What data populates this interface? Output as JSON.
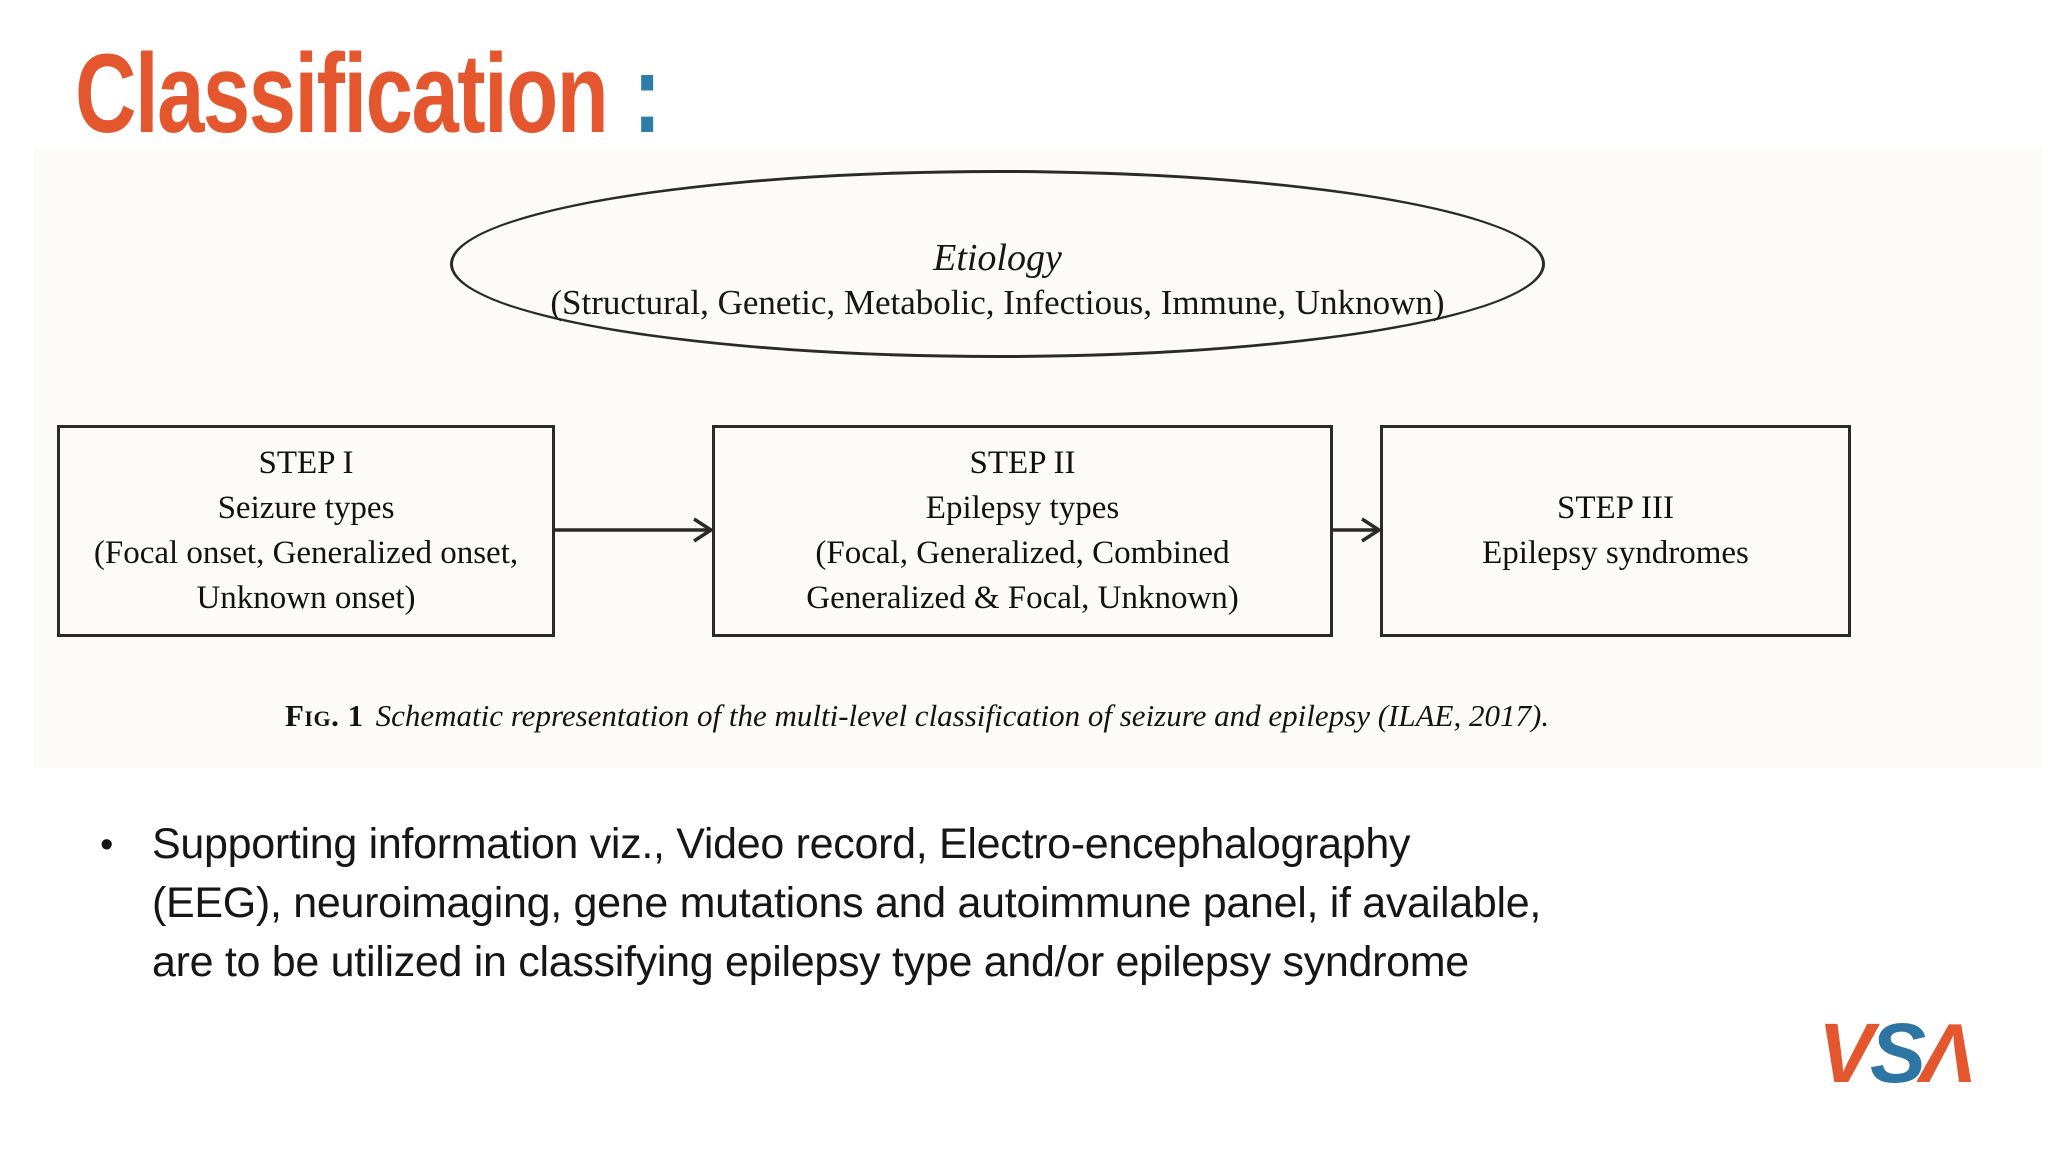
{
  "slide": {
    "title": "Classification",
    "title_colon": ":",
    "colors": {
      "title_orange": "#E4572E",
      "accent_blue": "#2E7CA8",
      "logo_orange": "#E4572E",
      "logo_blue": "#2E75A4",
      "figure_line": "#2A2A2A",
      "text": "#161616"
    }
  },
  "figure": {
    "ellipse": {
      "title": "Etiology",
      "subtitle": "(Structural, Genetic, Metabolic, Infectious, Immune, Unknown)"
    },
    "boxes": [
      {
        "text": "STEP I\nSeizure types\n(Focal onset, Generalized onset,\nUnknown onset)"
      },
      {
        "text": "STEP II\nEpilepsy types\n(Focal, Generalized, Combined\nGeneralized & Focal, Unknown)"
      },
      {
        "text": "STEP III\nEpilepsy syndromes"
      }
    ],
    "caption_label": "Fig. 1",
    "caption_text": "Schematic representation of the multi-level classification of seizure and epilepsy (ILAE, 2017)."
  },
  "bullet": {
    "marker": "•",
    "text": "Supporting information viz., Video record, Electro-encephalography\n(EEG), neuroimaging, gene mutations and autoimmune panel, if available,\nare to be utilized in classifying epilepsy type and/or epilepsy syndrome"
  },
  "logo": {
    "v": "V",
    "s": "S",
    "a": "Λ"
  }
}
